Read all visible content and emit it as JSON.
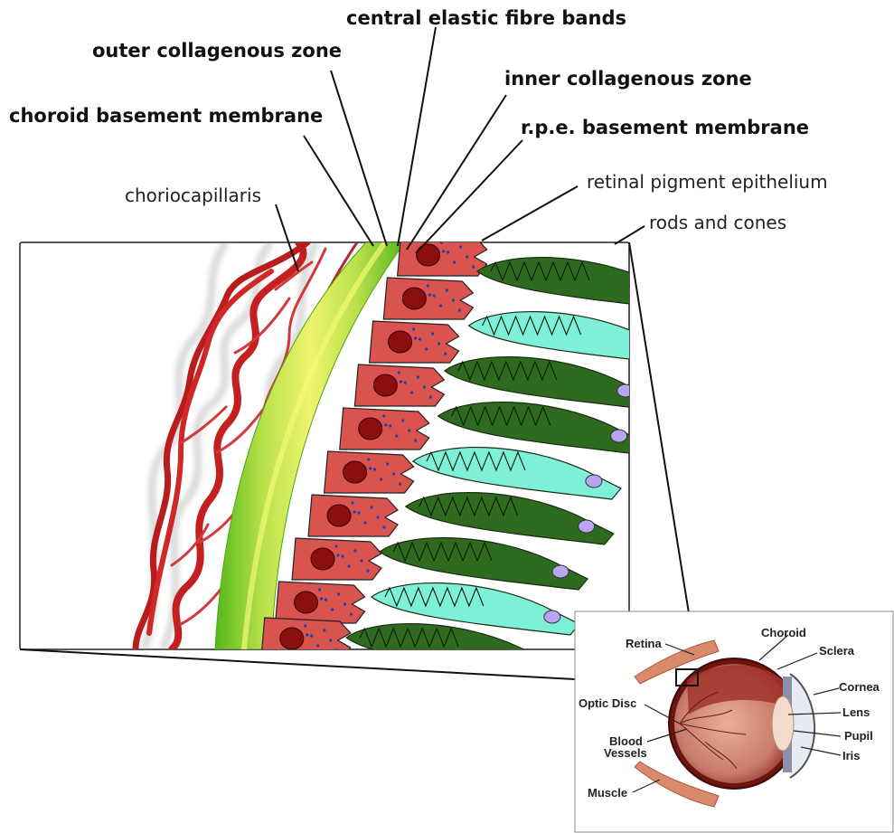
{
  "labels": {
    "central_elastic": "central elastic fibre bands",
    "outer_collagenous": "outer collagenous zone",
    "inner_collagenous": "inner collagenous zone",
    "choroid_basement": "choroid basement membrane",
    "rpe_basement": "r.p.e. basement membrane",
    "retinal_pigment": "retinal pigment epithelium",
    "choriocapillaris": "choriocapillaris",
    "rods_cones": "rods and cones"
  },
  "eye_labels": {
    "retina": "Retina",
    "choroid": "Choroid",
    "sclera": "Sclera",
    "cornea": "Cornea",
    "lens": "Lens",
    "pupil": "Pupil",
    "iris": "Iris",
    "optic_disc": "Optic Disc",
    "blood": "Blood",
    "vessels": "Vessels",
    "muscle": "Muscle"
  },
  "colors": {
    "vessel": "#cc2222",
    "rpe_cell": "#d9534f",
    "nucleus": "#8b0f0f",
    "rod": "#2e6b1f",
    "cone": "#7ff0d8",
    "membrane_outer": "#5fc21f",
    "membrane_core": "#e8f26a"
  }
}
